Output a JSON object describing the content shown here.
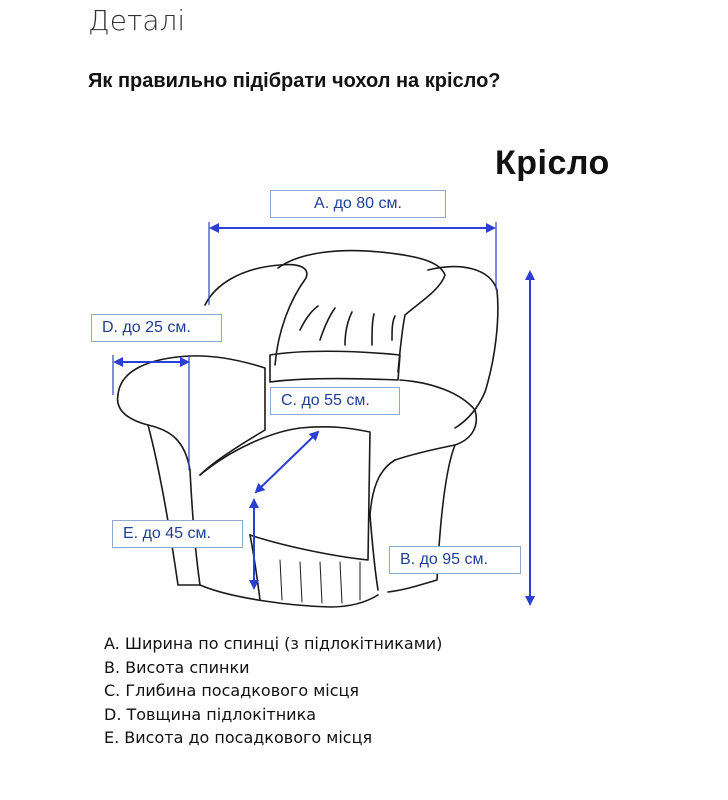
{
  "section_title": "Деталі",
  "question": "Як правильно підібрати чохол на крісло?",
  "diagram": {
    "title": "Крісло",
    "labels": {
      "A": "A. до 80 см.",
      "B": "B. до 95 см.",
      "C": "C. до 55 см.",
      "D": "D. до 25 см.",
      "E": "E. до 45 см."
    },
    "colors": {
      "arrow": "#2b3fd1",
      "outline": "#1a1a1a",
      "label_border": "#8fa8cc",
      "label_text": "#1e3f94"
    }
  },
  "legend": [
    "A. Ширина по спинці (з підлокітниками)",
    "B. Висота спинки",
    "C. Глибина посадкового місця",
    "D. Товщина підлокітника",
    "E. Висота до посадкового місця"
  ]
}
